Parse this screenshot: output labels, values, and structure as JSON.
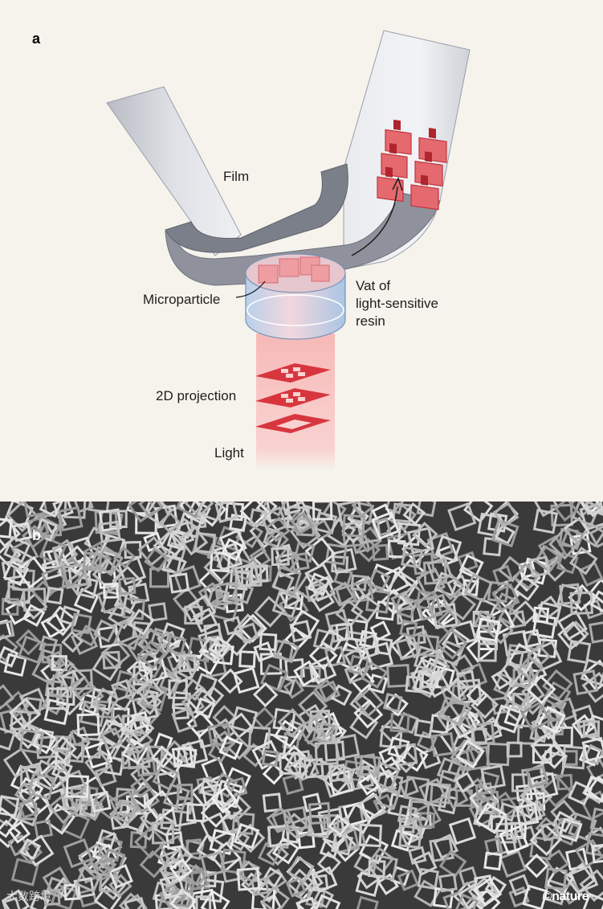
{
  "panel_a": {
    "letter": "a",
    "labels": {
      "film": "Film",
      "microparticle": "Microparticle",
      "vat_line1": "Vat of",
      "vat_line2": "light-sensitive",
      "vat_line3": "resin",
      "projection": "2D projection",
      "light": "Light"
    },
    "colors": {
      "accent_red": "#d8363f",
      "film_gray": "#8f929c",
      "light_beam": "#f7c2c0"
    }
  },
  "panel_b": {
    "letter": "b",
    "credit": "©nature",
    "watermark": "大数跨境"
  }
}
